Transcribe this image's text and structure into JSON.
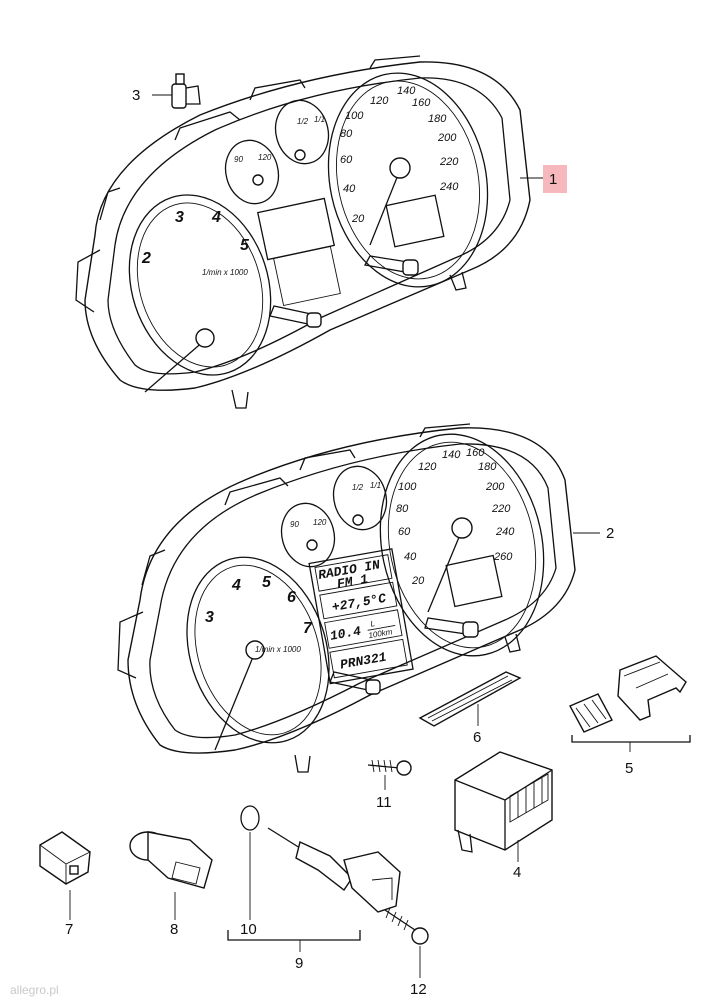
{
  "callouts": {
    "c1": "1",
    "c2": "2",
    "c3": "3",
    "c4": "4",
    "c5": "5",
    "c6": "6",
    "c7": "7",
    "c8": "8",
    "c9": "9",
    "c10": "10",
    "c11": "11",
    "c12": "12"
  },
  "highlight_color": "#f6b7bd",
  "cluster1": {
    "tach": [
      "2",
      "3",
      "4",
      "5"
    ],
    "tach_unit": "1/min x 1000",
    "speed": [
      "20",
      "40",
      "60",
      "80",
      "100",
      "120",
      "140",
      "160",
      "180",
      "200",
      "220",
      "240"
    ],
    "fuel_labels": [
      "1/2",
      "1/1"
    ],
    "temp_labels": [
      "90",
      "120"
    ]
  },
  "cluster2": {
    "tach": [
      "3",
      "4",
      "5",
      "6",
      "7"
    ],
    "tach_unit": "1/min x 1000",
    "speed": [
      "20",
      "40",
      "60",
      "80",
      "100",
      "120",
      "140",
      "160",
      "180",
      "200",
      "220",
      "240",
      "260"
    ],
    "fuel_labels": [
      "1/2",
      "1/1"
    ],
    "temp_labels": [
      "90",
      "120"
    ],
    "display": {
      "line1": "RADIO IN",
      "line2": "FM 1",
      "line3": "+27,5°C",
      "line4": "10.4",
      "line4_unit_top": "L",
      "line4_unit_bottom": "100km",
      "line5": "PRN321"
    }
  },
  "watermark": "allegro.pl"
}
